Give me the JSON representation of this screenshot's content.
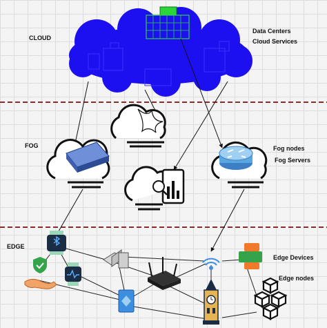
{
  "tiers": {
    "cloud": "CLOUD",
    "fog": "FOG",
    "edge": "EDGE"
  },
  "cloud_labels": [
    "Data Centers",
    "Cloud Services"
  ],
  "fog_labels": [
    "Fog nodes",
    "Fog Servers"
  ],
  "edge_labels": [
    "Edge Devices",
    "Edge nodes"
  ],
  "colors": {
    "cloud": "#1d10f0",
    "divider": "#8a2a2a",
    "edge_line": "#222222",
    "router": "#5aa6e0",
    "tablet": "#3d8de0",
    "edge_green": "#35a34a",
    "edge_orange": "#f07a2a"
  },
  "icons": [
    "data-center-icon",
    "cloud-icon",
    "server-icon",
    "router-icon",
    "analytics-icon",
    "smartwatch-icon",
    "health-hand-icon",
    "laptop-icon",
    "wifi-icon",
    "wifi-router-icon",
    "tablet-icon",
    "clock-tower-icon",
    "cube-network-icon",
    "edge-device-icon"
  ]
}
